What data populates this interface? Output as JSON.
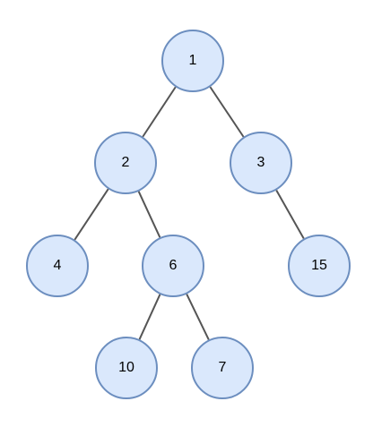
{
  "diagram": {
    "type": "binary-tree",
    "colors": {
      "node_fill": "#dae8fc",
      "node_border": "#6c8ebf",
      "edge": "#555555",
      "text": "#000000"
    },
    "nodes": [
      {
        "id": "n1",
        "label": "1"
      },
      {
        "id": "n2",
        "label": "2"
      },
      {
        "id": "n3",
        "label": "3"
      },
      {
        "id": "n4",
        "label": "4"
      },
      {
        "id": "n6",
        "label": "6"
      },
      {
        "id": "n15",
        "label": "15"
      },
      {
        "id": "n10",
        "label": "10"
      },
      {
        "id": "n7",
        "label": "7"
      }
    ],
    "edges": [
      {
        "from": "n1",
        "to": "n2"
      },
      {
        "from": "n1",
        "to": "n3"
      },
      {
        "from": "n2",
        "to": "n4"
      },
      {
        "from": "n2",
        "to": "n6"
      },
      {
        "from": "n3",
        "to": "n15"
      },
      {
        "from": "n6",
        "to": "n10"
      },
      {
        "from": "n6",
        "to": "n7"
      }
    ]
  }
}
